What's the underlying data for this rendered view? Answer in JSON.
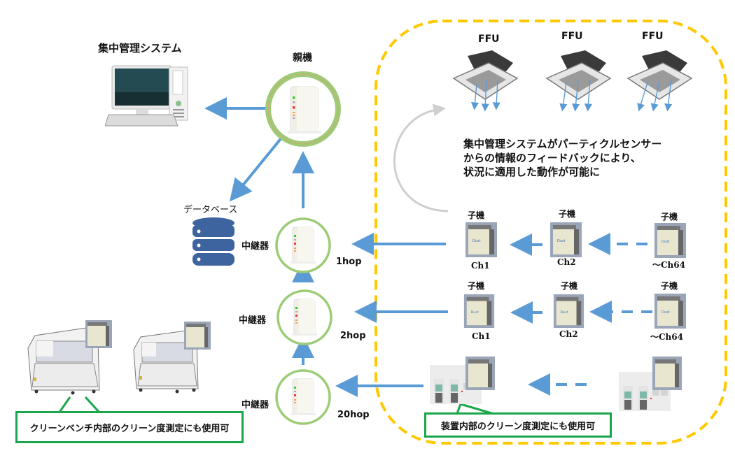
{
  "colors": {
    "arrow": "#5b9bd5",
    "ring": "#9ccc75",
    "ring_inner": "#e39a7a",
    "zone_border": "#ffc800",
    "callout_border": "#1aa64a",
    "db": "#3e64a0",
    "feedback_arc": "#cfcfcf"
  },
  "central_system": {
    "title": "集中管理システム",
    "icon": "desktop-computer-icon"
  },
  "database": {
    "title": "データベース",
    "icon": "database-icon"
  },
  "parent_unit": {
    "title": "親機",
    "icon": "router-icon"
  },
  "repeaters": [
    {
      "label": "中継器",
      "hop": "1hop"
    },
    {
      "label": "中継器",
      "hop": "2hop"
    },
    {
      "label": "中継器",
      "hop": "20hop"
    }
  ],
  "ffu": [
    {
      "label": "FFU",
      "icon": "ffu-ceiling-unit-icon"
    },
    {
      "label": "FFU",
      "icon": "ffu-ceiling-unit-icon"
    },
    {
      "label": "FFU",
      "icon": "ffu-ceiling-unit-icon"
    }
  ],
  "feedback_text": [
    "集中管理システムがパーティクルセンサー",
    "からの情報のフィードバックにより、",
    "状況に適用した動作が可能に"
  ],
  "child_rows": [
    {
      "units": [
        {
          "title": "子機",
          "channel": "Ch1"
        },
        {
          "title": "子機",
          "channel": "Ch2"
        },
        {
          "title": "子機",
          "channel": "～Ch64"
        }
      ]
    },
    {
      "units": [
        {
          "title": "子機",
          "channel": "Ch1"
        },
        {
          "title": "子機",
          "channel": "Ch2"
        },
        {
          "title": "子機",
          "channel": "～Ch64"
        }
      ]
    }
  ],
  "callouts": {
    "clean_bench": "クリーンベンチ内部のクリーン度測定にも使用可",
    "equipment": "装置内部のクリーン度測定にも使用可"
  }
}
